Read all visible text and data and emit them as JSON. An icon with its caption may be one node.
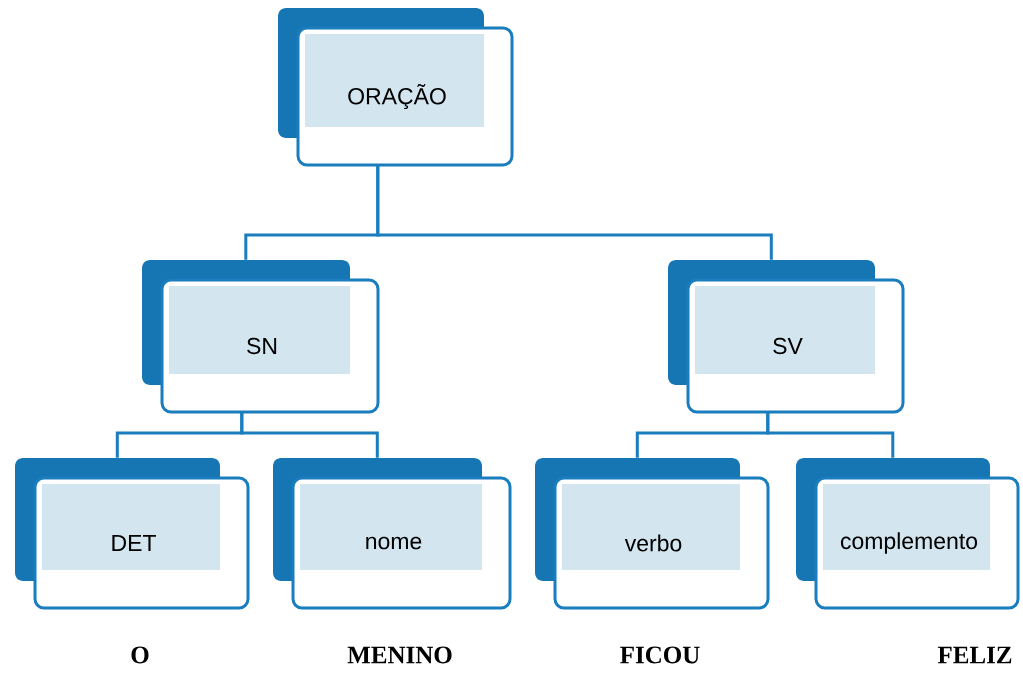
{
  "diagram": {
    "nodes": [
      {
        "text": [
          "ORAÇÃO"
        ]
      },
      {
        "text": [
          "SN"
        ]
      },
      {
        "text": [
          "SV"
        ]
      },
      {
        "text": [
          "DET"
        ]
      },
      {
        "text": [
          "nome"
        ]
      },
      {
        "text": [
          "verbo"
        ]
      },
      {
        "text": [
          "complemento"
        ]
      }
    ],
    "edges": [
      {
        "from": 0,
        "to": 1,
        "arrow": "none"
      },
      {
        "from": 0,
        "to": 2,
        "arrow": "none"
      },
      {
        "from": 1,
        "to": 3,
        "arrow": "none"
      },
      {
        "from": 1,
        "to": 4,
        "arrow": "none"
      },
      {
        "from": 2,
        "to": 5,
        "arrow": "none"
      },
      {
        "from": 2,
        "to": 6,
        "arrow": "none"
      }
    ],
    "labels": [
      "O",
      "MENINO",
      "FICOU",
      "FELIZ"
    ]
  }
}
